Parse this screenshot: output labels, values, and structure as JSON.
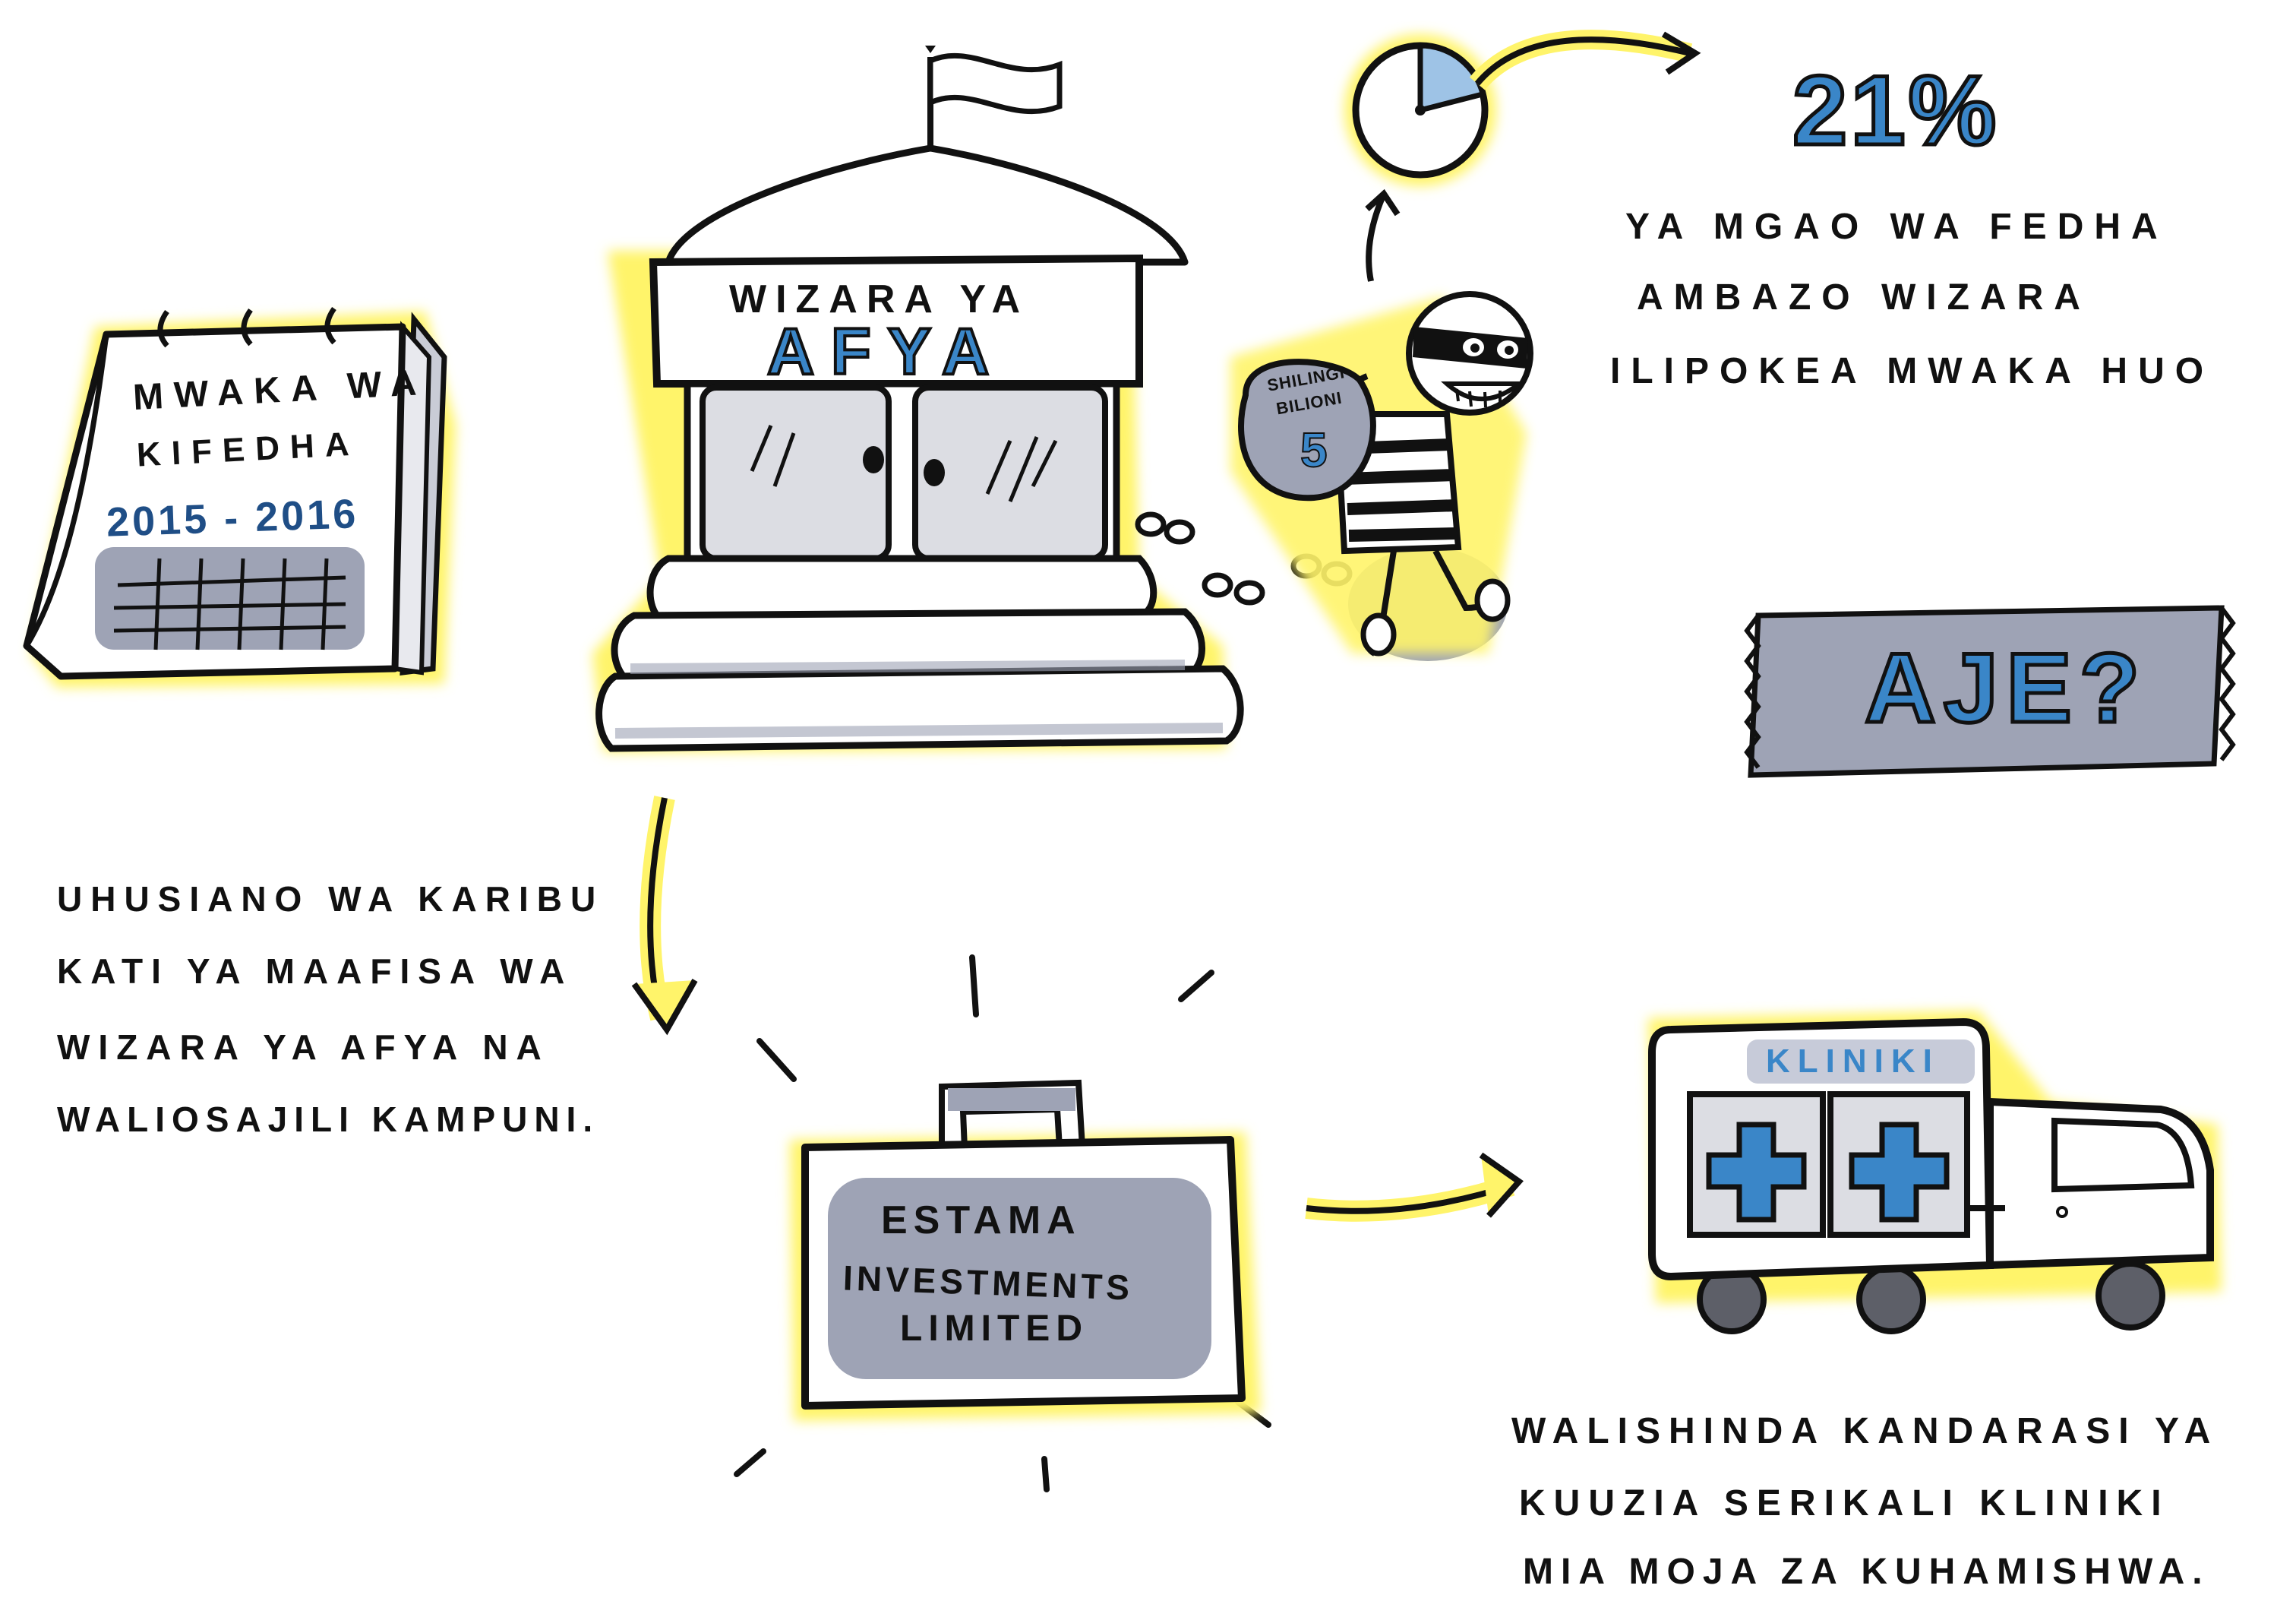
{
  "calendar": {
    "line1": "MWAKA WA",
    "line2": "KIFEDHA",
    "years": "2015 - 2016"
  },
  "ministry": {
    "title_small": "WIZARA YA",
    "title_big": "AFYA"
  },
  "money_bag": {
    "line1": "SHILINGI",
    "line2": "BILIONI",
    "amount": "5"
  },
  "stat": {
    "percent": "21%",
    "fraction": 0.21,
    "line1": "YA MGAO WA FEDHA",
    "line2": "AMBAZO WIZARA",
    "line3": "ILIPOKEA MWAKA HUO"
  },
  "tape": {
    "label": "AJE?"
  },
  "relationship": {
    "line1": "UHUSIANO WA KARIBU",
    "line2": "KATI YA MAAFISA WA",
    "line3": "WIZARA YA AFYA NA",
    "line4": "WALIOSAJILI KAMPUNI."
  },
  "briefcase": {
    "line1": "ESTAMA",
    "line2": "INVESTMENTS",
    "line3": "LIMITED"
  },
  "truck": {
    "label": "KLINIKI"
  },
  "contract": {
    "line1": "WALISHINDA KANDARASI YA",
    "line2": "KUUZIA SERIKALI KLINIKI",
    "line3": "MIA MOJA ZA KUHAMISHWA."
  },
  "colors": {
    "highlight": "#fff46a",
    "blue": "#3a86c8",
    "grey": "#9ea3b5",
    "ink": "#111111"
  }
}
